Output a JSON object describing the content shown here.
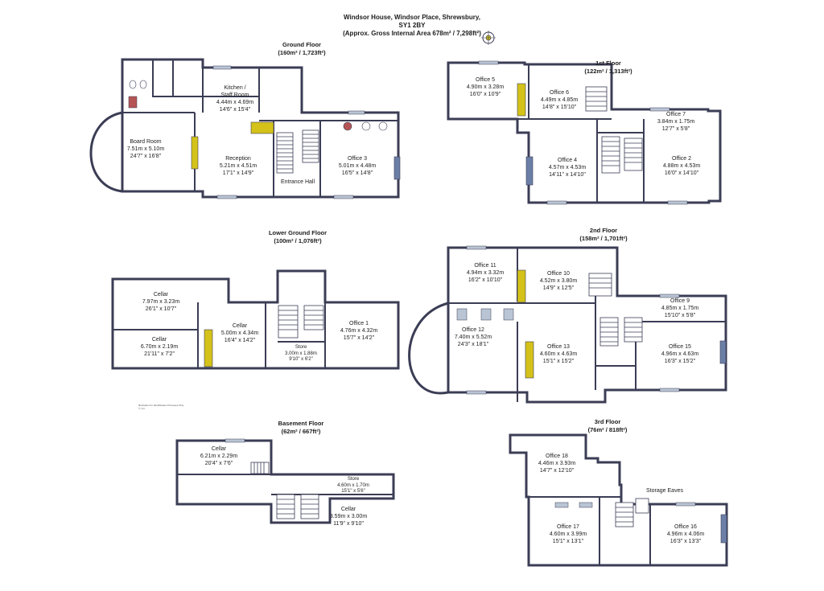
{
  "header": {
    "line1": "Windsor House, Windsor Place, Shrewsbury,",
    "line2": "SY1 2BY",
    "line3": "(Approx. Gross Internal Area 678m² / 7,298ft²)"
  },
  "disclaimer": [
    "Illustration for Identification Purposes Only",
    "© | tct"
  ],
  "floors": {
    "ground": {
      "name": "Ground Floor",
      "area": "(160m² / 1,723ft²)"
    },
    "first": {
      "name": "1st Floor",
      "area": "(122m² / 1,313ft²)"
    },
    "lower_ground": {
      "name": "Lower Ground Floor",
      "area": "(100m² / 1,076ft²)"
    },
    "second": {
      "name": "2nd Floor",
      "area": "(158m² / 1,701ft²)"
    },
    "basement": {
      "name": "Basement Floor",
      "area": "(62m² / 667ft²)"
    },
    "third": {
      "name": "3rd Floor",
      "area": "(76m² / 818ft²)"
    }
  },
  "rooms": {
    "kitchen": [
      "Kitchen /",
      "Staff Room",
      "4.44m x 4.69m",
      "14'6\" x 15'4\""
    ],
    "board_room": [
      "Board Room",
      "7.51m x 5.10m",
      "24'7\" x 16'8\""
    ],
    "reception": [
      "Reception",
      "5.21m x 4.51m",
      "17'1\" x 14'9\""
    ],
    "entrance_hall": [
      "Entrance Hall"
    ],
    "office3": [
      "Office 3",
      "5.01m x 4.48m",
      "16'5\" x 14'8\""
    ],
    "office5": [
      "Office 5",
      "4.90m x 3.28m",
      "16'0\" x 10'9\""
    ],
    "office6": [
      "Office 6",
      "4.49m x 4.85m",
      "14'8\" x 15'10\""
    ],
    "office7": [
      "Office 7",
      "3.84m x 1.75m",
      "12'7\" x 5'8\""
    ],
    "office4": [
      "Office 4",
      "4.57m x 4.53m",
      "14'11\" x 14'10\""
    ],
    "office2": [
      "Office 2",
      "4.88m x 4.53m",
      "16'0\" x 14'10\""
    ],
    "cellar_lg1": [
      "Cellar",
      "7.97m x 3.23m",
      "26'1\" x 10'7\""
    ],
    "cellar_lg2": [
      "Cellar",
      "6.70m x 2.19m",
      "21'11\" x 7'2\""
    ],
    "cellar_lg3": [
      "Cellar",
      "5.00m x 4.34m",
      "16'4\" x 14'2\""
    ],
    "office1": [
      "Office 1",
      "4.76m x 4.32m",
      "15'7\" x 14'2\""
    ],
    "store_lg": [
      "Store",
      "3.00m x 1.88m",
      "9'10\" x 6'2\""
    ],
    "office11": [
      "Office 11",
      "4.94m x 3.32m",
      "16'2\" x 10'10\""
    ],
    "office10": [
      "Office 10",
      "4.52m x 3.80m",
      "14'9\" x 12'5\""
    ],
    "office9": [
      "Office 9",
      "4.85m x 1.75m",
      "15'10\" x 5'8\""
    ],
    "office12": [
      "Office 12",
      "7.40m x 5.52m",
      "24'3\" x 18'1\""
    ],
    "office13": [
      "Office 13",
      "4.60m x 4.63m",
      "15'1\" x 15'2\""
    ],
    "office15": [
      "Office 15",
      "4.96m x 4.63m",
      "16'3\" x 15'2\""
    ],
    "cellar_b1": [
      "Cellar",
      "6.21m x 2.29m",
      "20'4\" x 7'6\""
    ],
    "store_b": [
      "Store",
      "4.60m x 1.70m",
      "15'1\" x 5'6\""
    ],
    "cellar_b2": [
      "Cellar",
      "3.59m x 3.00m",
      "11'9\" x 9'10\""
    ],
    "office18": [
      "Office 18",
      "4.46m x 3.93m",
      "14'7\" x 12'10\""
    ],
    "storage_eaves": [
      "Storage Eaves"
    ],
    "office17": [
      "Office 17",
      "4.60m x 3.99m",
      "15'1\" x 13'1\""
    ],
    "office16": [
      "Office 16",
      "4.96m x 4.06m",
      "16'3\" x 13'3\""
    ]
  },
  "colors": {
    "wall": "#3b3d55",
    "fill": "#ffffff",
    "stair_accent": "#d4c21a",
    "window": "#b9c4d4",
    "fireplace": "#6b7fa6",
    "wc": "#b55454"
  }
}
